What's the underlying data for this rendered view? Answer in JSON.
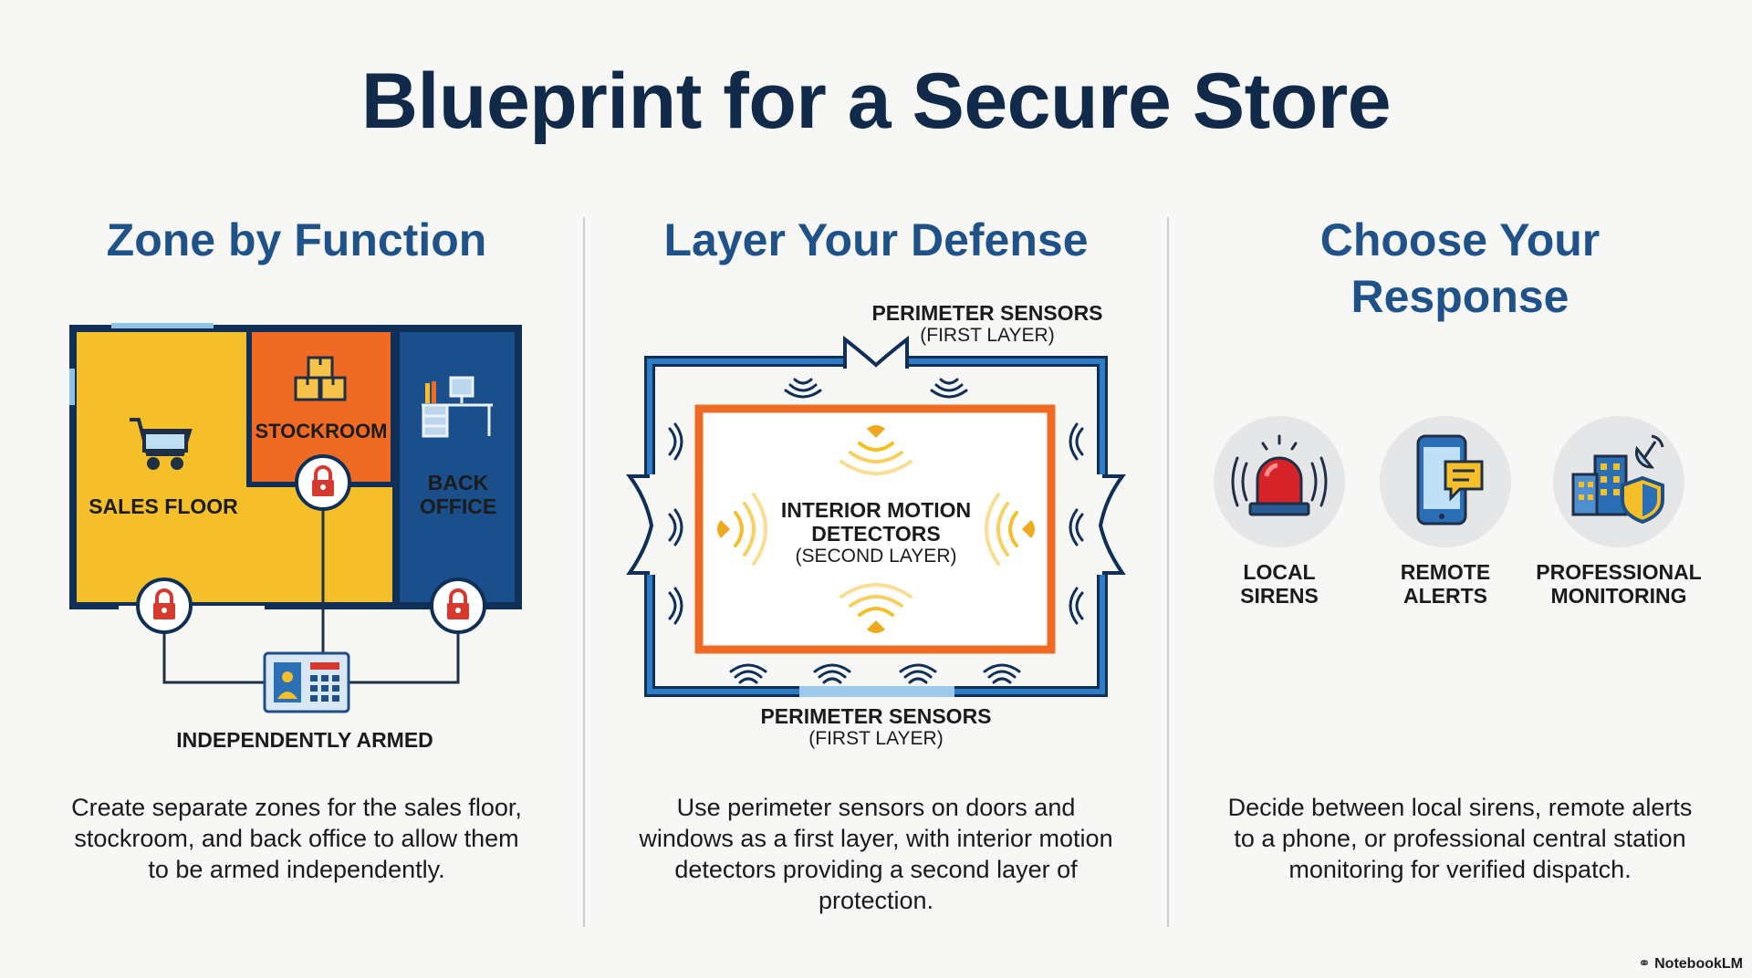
{
  "title": "Blueprint for a Secure Store",
  "columns": [
    {
      "heading": "Zone by Function",
      "zones": {
        "sales": "SALES FLOOR",
        "stockroom": "STOCKROOM",
        "back_line1": "BACK",
        "back_line2": "OFFICE"
      },
      "caption": "INDEPENDENTLY ARMED",
      "description": [
        "Create separate zones for the sales floor,",
        "stockroom, and back office to allow them",
        "to be armed independently."
      ]
    },
    {
      "heading": "Layer Your Defense",
      "top_label": "PERIMETER SENSORS",
      "top_sub": "(FIRST LAYER)",
      "center_line1": "INTERIOR MOTION",
      "center_line2": "DETECTORS",
      "center_sub": "(SECOND LAYER)",
      "bottom_label": "PERIMETER SENSORS",
      "bottom_sub": "(FIRST LAYER)",
      "description": [
        "Use perimeter sensors on doors and",
        "windows as a first layer, with interior motion",
        "detectors providing a second layer of",
        "protection."
      ]
    },
    {
      "heading_line1": "Choose Your",
      "heading_line2": "Response",
      "options": [
        {
          "line1": "LOCAL",
          "line2": "SIRENS",
          "icon": "siren-icon"
        },
        {
          "line1": "REMOTE",
          "line2": "ALERTS",
          "icon": "phone-alert-icon"
        },
        {
          "line1": "PROFESSIONAL",
          "line2": "MONITORING",
          "icon": "monitoring-building-icon"
        }
      ],
      "description": [
        "Decide between local sirens, remote alerts",
        "to a phone, or professional central station",
        "monitoring for verified dispatch."
      ]
    }
  ],
  "badge": "NotebookLM",
  "colors": {
    "title": "#112a4a",
    "heading": "#1f5288",
    "yellow": "#f5bf2a",
    "orange": "#ef6b24",
    "blue": "#1b4f8c",
    "navy": "#0f2f57",
    "lock_red": "#d63a2f"
  }
}
